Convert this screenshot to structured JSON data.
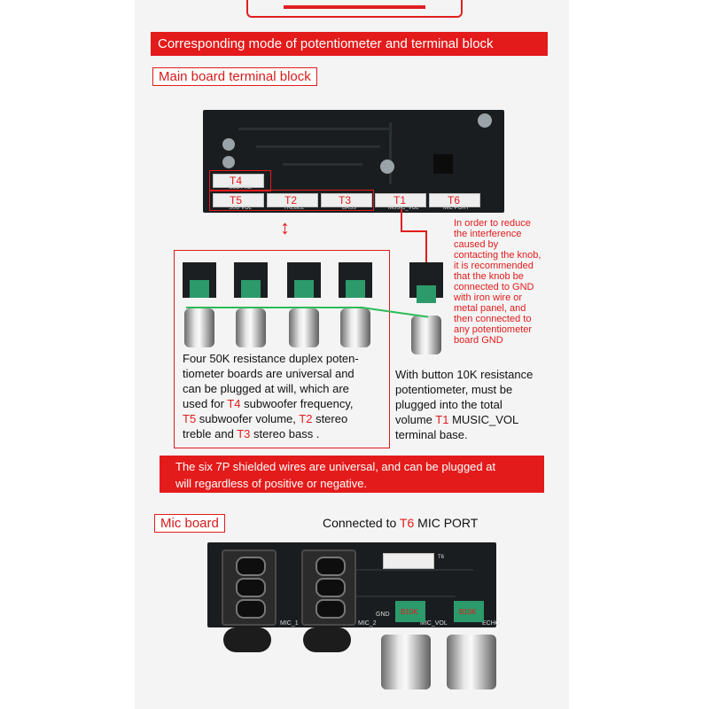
{
  "header": {
    "banner_title": "Corresponding mode of potentiometer and terminal block"
  },
  "main_board": {
    "label": "Main board terminal block",
    "terminals": [
      {
        "id": "T4",
        "sub": "SUB FRE"
      },
      {
        "id": "T5",
        "sub": "SUB VOL"
      },
      {
        "id": "T2",
        "sub": "TREBLE"
      },
      {
        "id": "T3",
        "sub": "BASS"
      },
      {
        "id": "T1",
        "sub": "MUSIC_VOL"
      },
      {
        "id": "T6",
        "sub": "MIC PORT"
      }
    ],
    "note_lines": [
      "In order to reduce",
      "the interference",
      "caused by",
      "contacting the knob,",
      "it is recommended",
      "that the knob be",
      "connected to GND",
      "with iron wire or",
      "metal panel, and",
      "then connected to",
      "any potentiometer",
      "board GND"
    ]
  },
  "duplex_desc": {
    "l1": "Four 50K resistance duplex poten-",
    "l2": "tiometer boards are universal and",
    "l3": "can be plugged at will, which are",
    "l4_a": "used for ",
    "l4_t": "T4",
    "l4_b": " subwoofer frequency,",
    "l5_t": "T5",
    "l5_b": " subwoofer volume, ",
    "l5_t2": "T2",
    "l5_c": " stereo",
    "l6_a": "treble and ",
    "l6_t": "T3",
    "l6_b": " stereo bass ."
  },
  "button_desc": {
    "l1": "With button 10K resistance",
    "l2": "potentiometer, must be",
    "l3": "plugged into the total",
    "l4_a": "volume ",
    "l4_t": "T1",
    "l4_b": " MUSIC_VOL",
    "l5": "terminal base."
  },
  "wires_banner": {
    "l1": "The six 7P shielded wires are universal, and can be plugged at",
    "l2": "will regardless of positive or negative."
  },
  "mic_board": {
    "label": "Mic board",
    "connected_a": "Connected to ",
    "connected_t": "T6",
    "connected_b": " MIC PORT",
    "pcb_labels": {
      "t6": "T6",
      "gnd": "GND",
      "mic1": "MIC_1",
      "mic2": "MIC_2",
      "micvol": "MIC_VOL",
      "echo": "ECHO",
      "pot": "B10K"
    }
  },
  "colors": {
    "accent": "#e31b1b",
    "pcb": "#1a1d1f",
    "wire": "#2dbb5a"
  }
}
